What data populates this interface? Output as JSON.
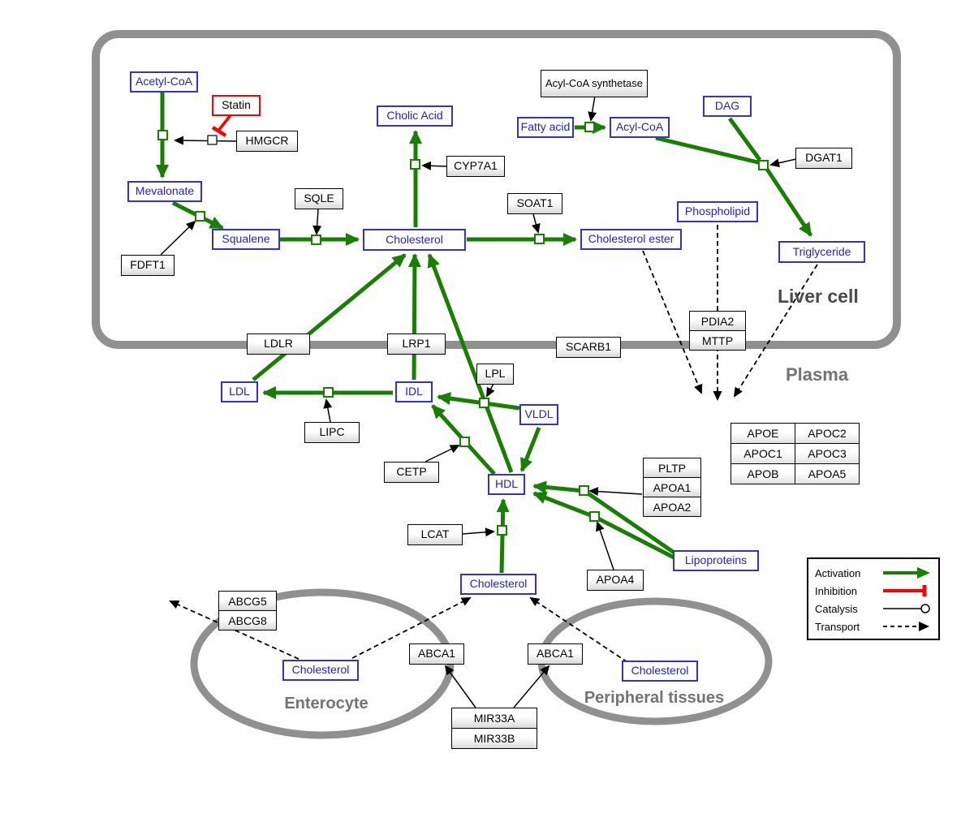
{
  "diagram": {
    "compartments": {
      "liver": "Liver cell",
      "plasma": "Plasma",
      "enterocyte": "Enterocyte",
      "peripheral": "Peripheral tissues"
    },
    "metabolites": {
      "acetyl_coa": "Acetyl-CoA",
      "mevalonate": "Mevalonate",
      "squalene": "Squalene",
      "cholesterol_liver": "Cholesterol",
      "cholic_acid": "Cholic Acid",
      "fatty_acid": "Fatty acid",
      "acyl_coa": "Acyl-CoA",
      "dag": "DAG",
      "phospholipid": "Phospholipid",
      "cholesterol_ester": "Cholesterol ester",
      "triglyceride": "Triglyceride",
      "ldl": "LDL",
      "idl": "IDL",
      "vldl": "VLDL",
      "hdl": "HDL",
      "cholesterol_plasma": "Cholesterol",
      "cholesterol_enterocyte": "Cholesterol",
      "cholesterol_peripheral": "Cholesterol",
      "lipoproteins": "Lipoproteins"
    },
    "genes": {
      "statin": "Statin",
      "hmgcr": "HMGCR",
      "sqle": "SQLE",
      "fdft1": "FDFT1",
      "cyp7a1": "CYP7A1",
      "soat1": "SOAT1",
      "acyl_coa_synthetase": "Acyl-CoA synthetase",
      "dgat1": "DGAT1",
      "pdia2": "PDIA2",
      "mttp": "MTTP",
      "ldlr": "LDLR",
      "lrp1": "LRP1",
      "scarb1": "SCARB1",
      "lpl": "LPL",
      "lipc": "LIPC",
      "cetp": "CETP",
      "pltp": "PLTP",
      "apoa1": "APOA1",
      "apoa2": "APOA2",
      "lcat": "LCAT",
      "apoa4": "APOA4",
      "abcg5": "ABCG5",
      "abcg8": "ABCG8",
      "abca1_enterocyte": "ABCA1",
      "abca1_peripheral": "ABCA1",
      "mir33a": "MIR33A",
      "mir33b": "MIR33B"
    },
    "apo_table": [
      [
        "APOE",
        "APOC2"
      ],
      [
        "APOC1",
        "APOC3"
      ],
      [
        "APOB",
        "APOA5"
      ]
    ],
    "legend": {
      "activation": "Activation",
      "inhibition": "Inhibition",
      "catalysis": "Catalysis",
      "transport": "Transport"
    },
    "colors": {
      "activation_green": "#178000",
      "inhibition_red": "#ff0000",
      "metabolite_blue": "#2222cc",
      "compartment_gray": "#8c8c8c"
    }
  }
}
